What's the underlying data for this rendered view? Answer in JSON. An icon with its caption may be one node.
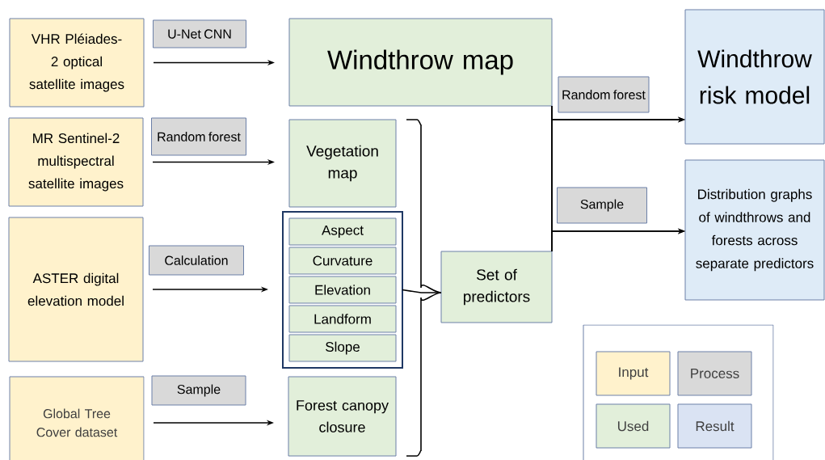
{
  "diagram": {
    "nodes": [
      {
        "text": [
          "VHR Pléiades-2 optical satellite images"
        ]
      },
      {
        "text": [
          "Windthrow map"
        ]
      },
      {
        "text": [
          "Windthrow risk model"
        ]
      },
      {
        "text": [
          "MR Sentinel-2 multispectral satellite images"
        ]
      },
      {
        "text": [
          "Vegetation map"
        ]
      },
      {
        "text": [
          "Distribution graphs of windthrows and forests across separate predictors"
        ]
      },
      {
        "text": [
          "ASTER digital elevation model"
        ]
      },
      {
        "text": [],
        "shape": "box"
      },
      {
        "text": [
          "Aspect"
        ],
        "in": 7
      },
      {
        "text": [
          "Curvature"
        ],
        "in": 7
      },
      {
        "text": [
          "Elevation"
        ],
        "in": 7
      },
      {
        "text": [
          "Landform"
        ],
        "in": 7
      },
      {
        "text": [
          "Slope"
        ],
        "in": 7
      },
      {
        "text": [
          "Set of predictors"
        ]
      },
      {
        "text": [
          "Global Tree Cover dataset"
        ]
      },
      {
        "text": [
          "Forest canopy closure"
        ]
      }
    ],
    "edges": [
      {
        "from": 0,
        "to": 1,
        "arrow": "to",
        "label": "U-Net CNN"
      },
      {
        "from": 3,
        "to": 4,
        "arrow": "to",
        "label": "Random forest"
      },
      {
        "from": 6,
        "to": 7,
        "arrow": "to",
        "label": "Calculation"
      },
      {
        "from": 14,
        "to": 15,
        "arrow": "to",
        "label": "Sample"
      },
      {
        "from": 4,
        "to": 13,
        "arrow": "none"
      },
      {
        "from": 7,
        "to": 13,
        "arrow": "none"
      },
      {
        "from": 15,
        "to": 13,
        "arrow": "none"
      },
      {
        "from": 1,
        "to": 2,
        "arrow": "to"
      },
      {
        "from": 13,
        "to": 2,
        "arrow": "to",
        "label": "Random forest"
      },
      {
        "from": 1,
        "to": 5,
        "arrow": "to"
      },
      {
        "from": 13,
        "to": 5,
        "arrow": "to",
        "label": "Sample"
      }
    ],
    "legend": [
      {
        "text": "Input",
        "color": "#fff2cc"
      },
      {
        "text": "Process",
        "color": "#d9d9d9"
      },
      {
        "text": "Used",
        "color": "#e2efda"
      },
      {
        "text": "Result",
        "color": "#dae3f3"
      }
    ]
  }
}
